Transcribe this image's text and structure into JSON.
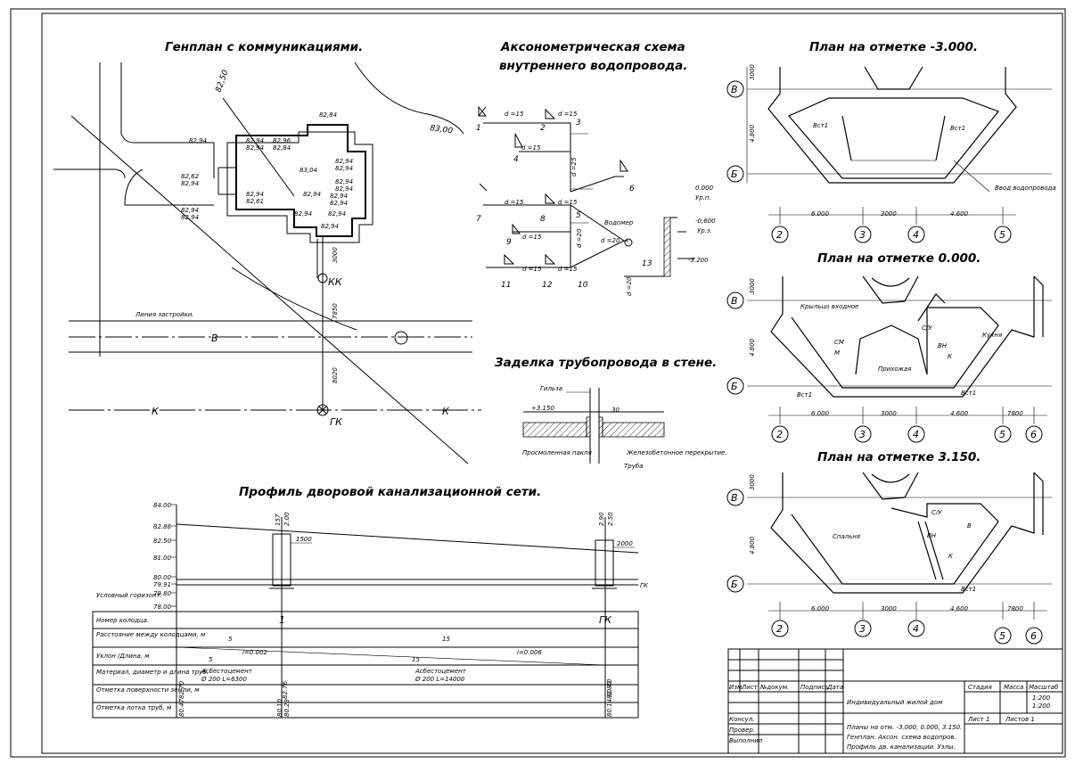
{
  "titles": {
    "genplan": "Генплан с коммуникациями.",
    "axono_1": "Аксонометрическая схема",
    "axono_2": "внутреннего водопровода.",
    "zadelka": "Заделка трубопровода в стене.",
    "profile": "Профиль дворовой канализационной сети.",
    "plan_m3": "План на отметке -3.000.",
    "plan_0": "План на отметке 0.000.",
    "plan_3": "План на отметке 3.150."
  },
  "genplan": {
    "contour_label": "83,00",
    "contour_label2": "82,50",
    "line_label": "Линия застройки.",
    "road_label": "В",
    "k_left": "К",
    "k_right": "К",
    "kk_label": "КК",
    "gk_label": "ГК",
    "dim_1": "3000",
    "dim_2": "7850",
    "dim_3": "8020",
    "marks": [
      "82,84",
      "82,94",
      "82,94",
      "82,94",
      "82,96",
      "82,84",
      "82,94",
      "82,94",
      "83,04",
      "82,62",
      "82,94",
      "82,94",
      "82,94",
      "82,94",
      "82,61",
      "82,94",
      "82,94",
      "82,94",
      "82,94",
      "82,94",
      "82,94",
      "82,94",
      "82,94"
    ]
  },
  "axono": {
    "nodes": [
      "1",
      "2",
      "3",
      "4",
      "5",
      "6",
      "7",
      "8",
      "9",
      "10",
      "11",
      "12",
      "13"
    ],
    "d15": "d =15",
    "d20": "d =20",
    "d25": "d =25",
    "vodomer": "Водомер",
    "mark_0": "0.000",
    "mark_floor": "Ур.п.",
    "mark_m06": "-0,600",
    "mark_ground": "Ур.з.",
    "mark_m3": "-3.200"
  },
  "zadelka": {
    "gilza": "Гильза",
    "mark": "+3.150",
    "dim": "30",
    "pryadi": "Просмоленная пакля",
    "zhb": "Железобетонное перекрытие.",
    "truba": "Труба"
  },
  "profile": {
    "levels": [
      "84.00",
      "82.86",
      "82.50",
      "81.00",
      "80.00",
      "79.91",
      "79.80",
      "78.00"
    ],
    "uslov": "Условный горизонт.",
    "well_1": "1",
    "well_gk": "ГК",
    "dim_1": "1500",
    "dim_2": "2000",
    "gk_tag": "ГК",
    "well_top_1a": "157",
    "well_top_1b": "2.00",
    "well_top_2a": "2.90",
    "well_top_2b": "2.50",
    "rows": [
      {
        "label": "Номер колодца.",
        "cells": [
          "1",
          "ГК"
        ]
      },
      {
        "label": "Расстояние между колодцами, м",
        "cells": [
          "5",
          "15"
        ]
      },
      {
        "label": "Уклон /Длина, м",
        "cells": [
          "i=0.002",
          "i=0.006",
          "5",
          "15"
        ]
      },
      {
        "label": "Материал, диаметр и длина труб.",
        "cells": [
          "Асбестоцемент",
          "Ø 200 L=6300",
          "Асбестоцемент",
          "Ø 200 L=14000"
        ]
      },
      {
        "label": "Отметка поверхности земли, м",
        "cells": [
          "82.70",
          "82.76",
          "82.80"
        ]
      },
      {
        "label": "Отметка лотка труб, м",
        "cells": [
          "80.47",
          "80.10",
          "80.23",
          "80.14 80.40"
        ]
      }
    ]
  },
  "plans": {
    "axes_rows": [
      "В",
      "Б"
    ],
    "axes_cols": [
      "2",
      "3",
      "4",
      "5",
      "6"
    ],
    "dims": [
      "6.000",
      "3000",
      "4.600",
      "7800",
      "3000",
      "4.800"
    ],
    "m3": {
      "vst1": "Вст1",
      "vst2": "Вст1",
      "vvod": "Ввод водопровода"
    },
    "p0": {
      "krylco": "Крыльцо входное",
      "prihozh": "Прихожая",
      "kuhnya": "Кухня",
      "su": "С/У",
      "sm": "СМ",
      "m": "М",
      "vn": "ВН",
      "k": "К",
      "vst1a": "Вст1",
      "vst1b": "Вст1"
    },
    "p3": {
      "spalnya": "Спальня",
      "su": "С/У",
      "v": "В",
      "vn": "ВН",
      "k": "К",
      "vst1": "Вст1"
    }
  },
  "stamp": {
    "headers": [
      "Изм.",
      "Лист",
      "№докум.",
      "Подпись",
      "Дата"
    ],
    "konsult": "Консул.",
    "prover": "Провер.",
    "vypoln": "Выполнил",
    "project": "Индивидуальный жилой дом",
    "stadia": "Стадия",
    "massa": "Масса",
    "masshtab": "Масштаб",
    "scale_1": "1:200",
    "scale_2": "1:200",
    "sheet": "Лист 1",
    "sheets": "Листов 1",
    "desc_1": "Планы на отм. -3.000, 0.000, 3.150.",
    "desc_2": "Генплан. Аксон. схема водопров.",
    "desc_3": "Профиль дв. канализации. Узлы."
  }
}
